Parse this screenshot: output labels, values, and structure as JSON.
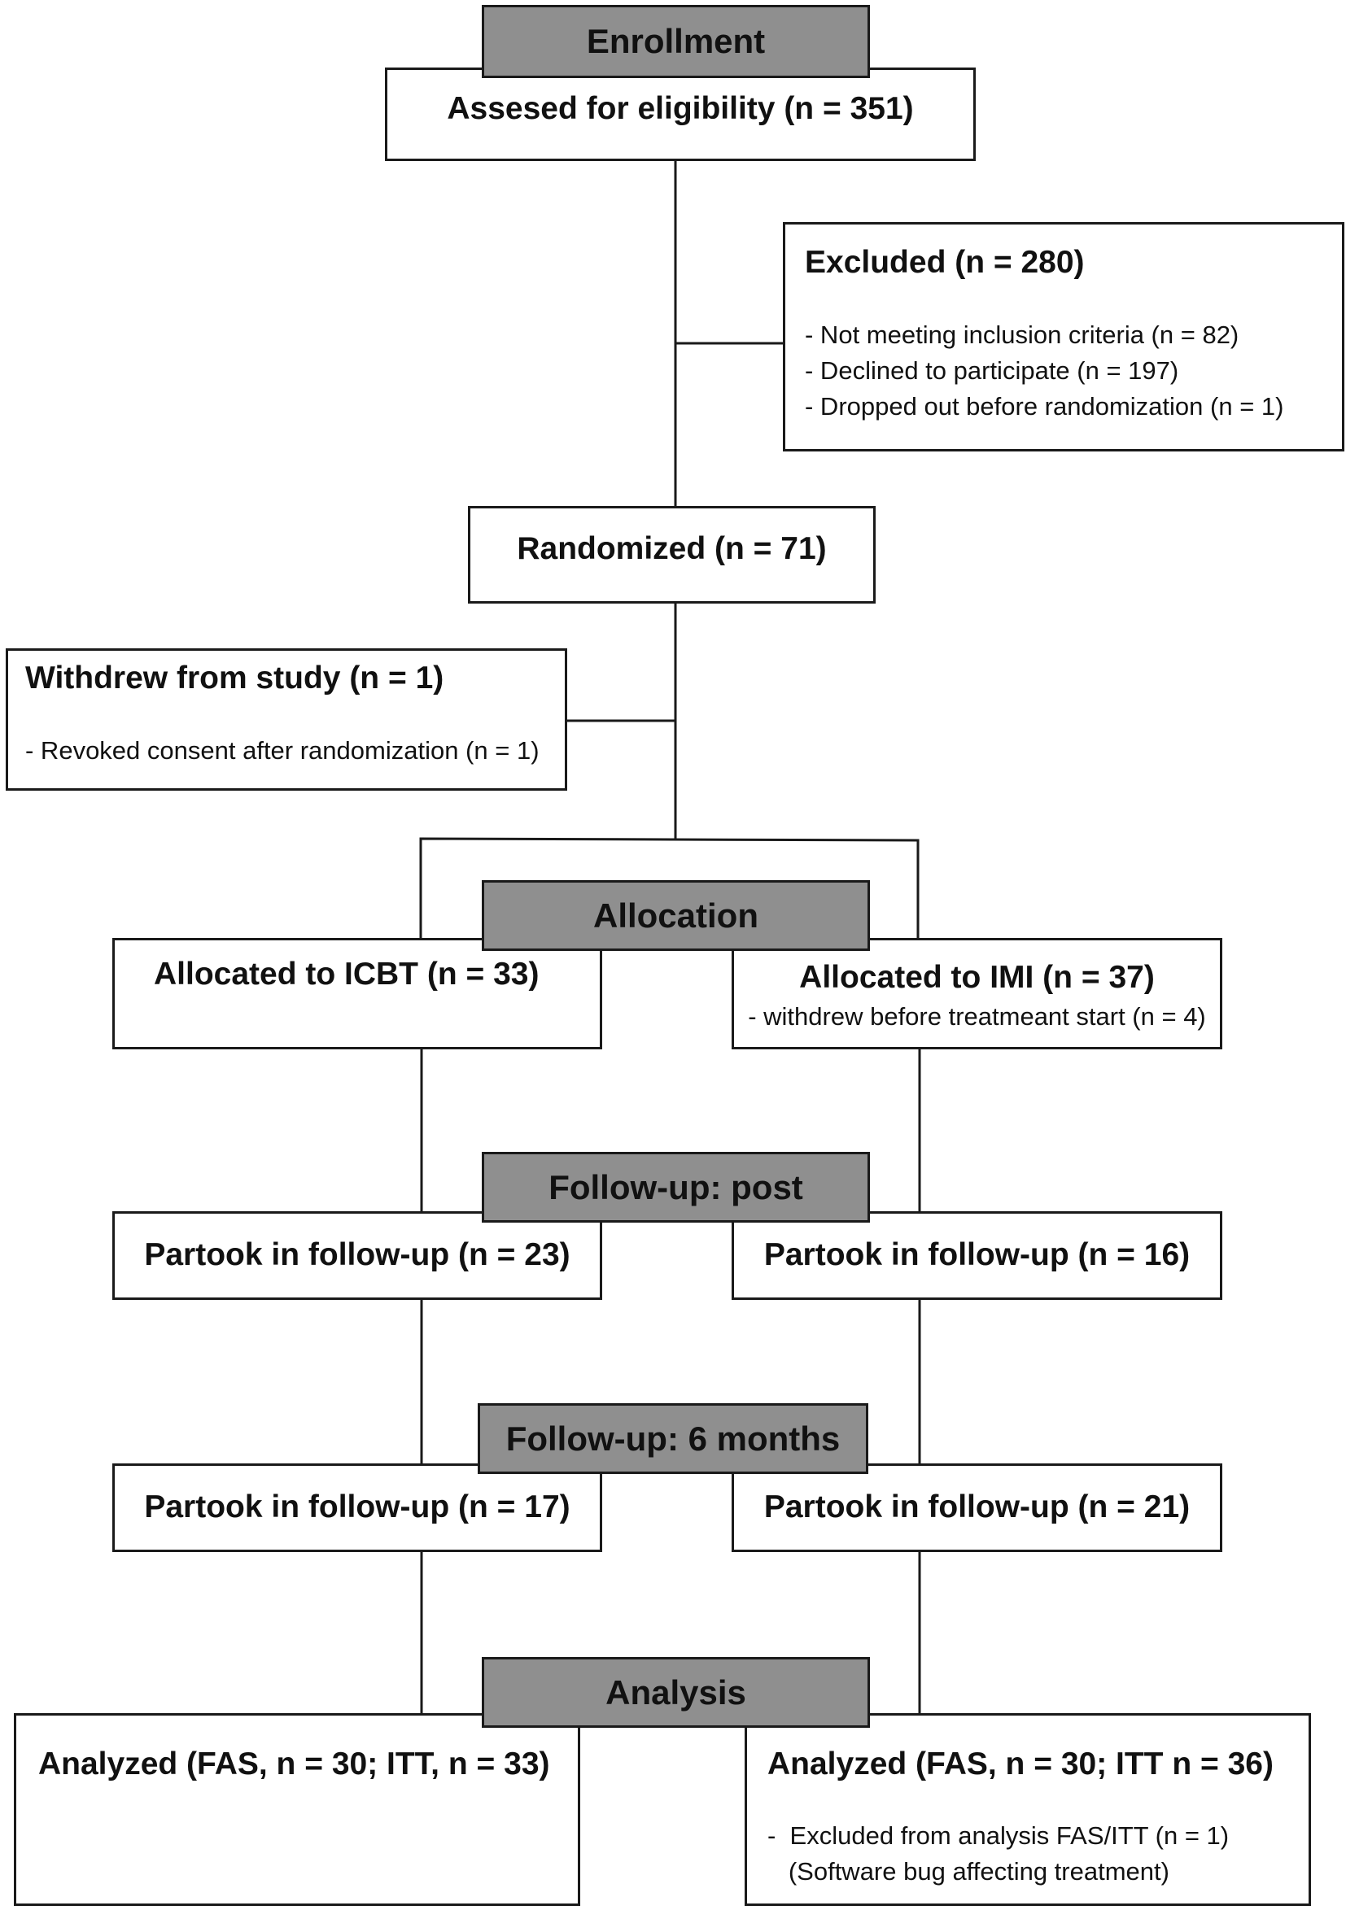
{
  "headers": {
    "enrollment": "Enrollment",
    "allocation": "Allocation",
    "followup_post": "Follow-up: post",
    "followup_6m": "Follow-up: 6 months",
    "analysis": "Analysis"
  },
  "assessed": "Assesed for eligibility (n = 351)",
  "excluded": {
    "title": "Excluded (n = 280)",
    "items": [
      "-  Not meeting inclusion criteria (n = 82)",
      "-  Declined to participate (n = 197)",
      "-  Dropped out before randomization (n = 1)"
    ]
  },
  "randomized": "Randomized (n = 71)",
  "withdrew": {
    "title": "Withdrew from study (n = 1)",
    "items": [
      "-  Revoked consent after randomization (n = 1)"
    ]
  },
  "allocated_icbt": "Allocated to ICBT (n = 33)",
  "allocated_imi": {
    "title": "Allocated to IMI (n = 37)",
    "note": "- withdrew before treatmeant start (n = 4)"
  },
  "post_left": "Partook in follow-up (n = 23)",
  "post_right": "Partook in follow-up (n = 16)",
  "m6_left": "Partook in follow-up (n = 17)",
  "m6_right": "Partook in follow-up (n = 21)",
  "analyzed_left": "Analyzed (FAS, n = 30; ITT, n = 33)",
  "analyzed_right": {
    "title": "Analyzed (FAS, n = 30; ITT n = 36)",
    "items": [
      "-  Excluded from analysis FAS/ITT (n = 1)",
      "   (Software bug affecting treatment)"
    ]
  }
}
